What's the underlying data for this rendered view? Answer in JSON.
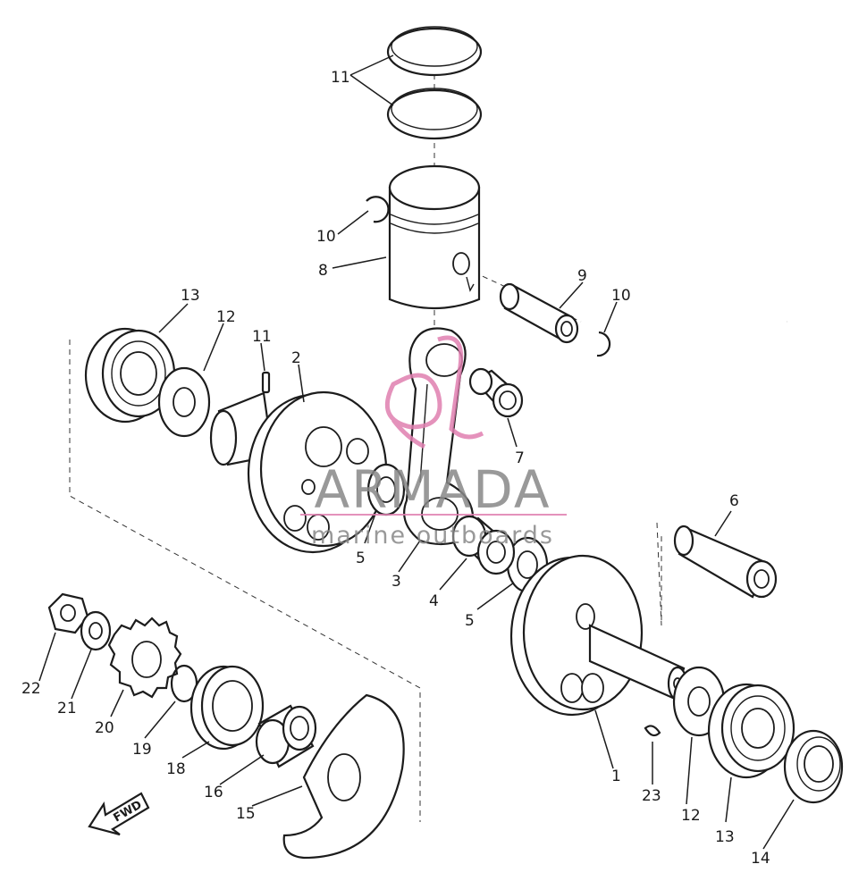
{
  "watermark": {
    "brand": "ARMADA",
    "tagline": "marine outboards",
    "color": "#888888",
    "logo_color": "#e07fb0"
  },
  "fwd_label": "FWD",
  "callouts": [
    {
      "id": "c11-top",
      "label": "11"
    },
    {
      "id": "c10-left",
      "label": "10"
    },
    {
      "id": "c8",
      "label": "8"
    },
    {
      "id": "c9",
      "label": "9"
    },
    {
      "id": "c10-right",
      "label": "10"
    },
    {
      "id": "c13-left",
      "label": "13"
    },
    {
      "id": "c12-left",
      "label": "12"
    },
    {
      "id": "c11-left",
      "label": "11"
    },
    {
      "id": "c2",
      "label": "2"
    },
    {
      "id": "c7",
      "label": "7"
    },
    {
      "id": "c6",
      "label": "6"
    },
    {
      "id": "c5-left",
      "label": "5"
    },
    {
      "id": "c3",
      "label": "3"
    },
    {
      "id": "c4",
      "label": "4"
    },
    {
      "id": "c5-right",
      "label": "5"
    },
    {
      "id": "c22",
      "label": "22"
    },
    {
      "id": "c21",
      "label": "21"
    },
    {
      "id": "c20",
      "label": "20"
    },
    {
      "id": "c19",
      "label": "19"
    },
    {
      "id": "c18",
      "label": "18"
    },
    {
      "id": "c16",
      "label": "16"
    },
    {
      "id": "c15",
      "label": "15"
    },
    {
      "id": "c1",
      "label": "1"
    },
    {
      "id": "c23",
      "label": "23"
    },
    {
      "id": "c12-right",
      "label": "12"
    },
    {
      "id": "c13-right",
      "label": "13"
    },
    {
      "id": "c14",
      "label": "14"
    }
  ]
}
